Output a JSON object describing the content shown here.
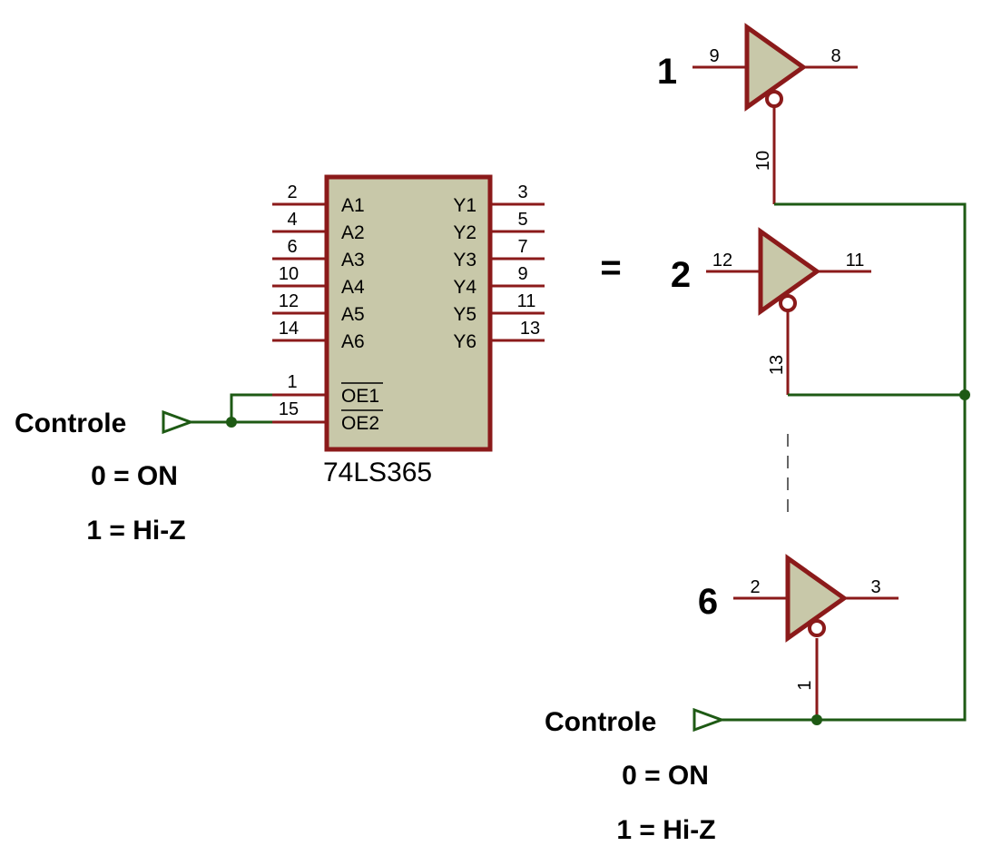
{
  "chip": {
    "name": "74LS365",
    "inputs": [
      {
        "label": "A1",
        "pin": "2"
      },
      {
        "label": "A2",
        "pin": "4"
      },
      {
        "label": "A3",
        "pin": "6"
      },
      {
        "label": "A4",
        "pin": "10"
      },
      {
        "label": "A5",
        "pin": "12"
      },
      {
        "label": "A6",
        "pin": "14"
      }
    ],
    "outputs": [
      {
        "label": "Y1",
        "pin": "3"
      },
      {
        "label": "Y2",
        "pin": "5"
      },
      {
        "label": "Y3",
        "pin": "7"
      },
      {
        "label": "Y4",
        "pin": "9"
      },
      {
        "label": "Y5",
        "pin": "11"
      },
      {
        "label": "Y6",
        "pin": "13"
      }
    ],
    "enables": [
      {
        "label": "OE1",
        "pin": "1"
      },
      {
        "label": "OE2",
        "pin": "15"
      }
    ]
  },
  "equals": "=",
  "buffers": [
    {
      "index": "1",
      "in_pin": "9",
      "out_pin": "8",
      "oe_pin": "10"
    },
    {
      "index": "2",
      "in_pin": "12",
      "out_pin": "11",
      "oe_pin": "13"
    },
    {
      "index": "6",
      "in_pin": "2",
      "out_pin": "3",
      "oe_pin": "1"
    }
  ],
  "control_left": {
    "label": "Controle",
    "state_on": "0 = ON",
    "state_off": "1 = Hi-Z"
  },
  "control_right": {
    "label": "Controle",
    "state_on": "0 = ON",
    "state_off": "1 = Hi-Z"
  },
  "colors": {
    "pin": "#8b1a1a",
    "body": "#c8c8a9",
    "wire": "#1e5a14"
  }
}
